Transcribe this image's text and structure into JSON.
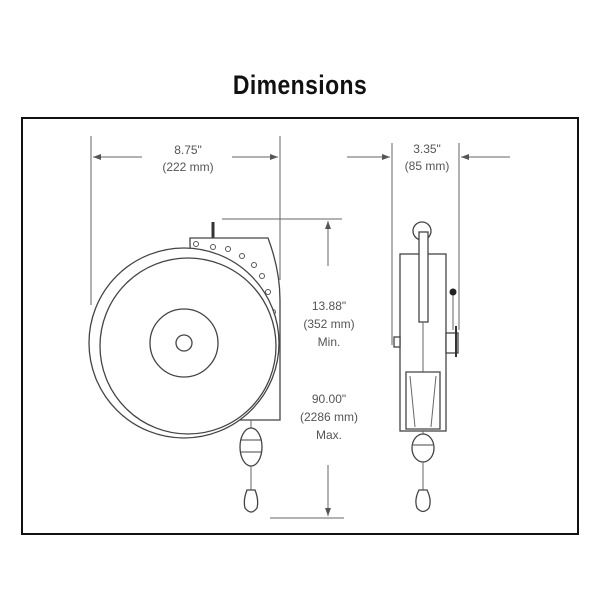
{
  "title": "Dimensions",
  "width_side": {
    "inches": "8.75\"",
    "mm": "(222 mm)"
  },
  "width_front": {
    "inches": "3.35\"",
    "mm": "(85 mm)"
  },
  "height_min": {
    "inches": "13.88\"",
    "mm": "(352 mm)",
    "qualifier": "Min."
  },
  "height_max": {
    "inches": "90.00\"",
    "mm": "(2286 mm)",
    "qualifier": "Max."
  },
  "colors": {
    "frame": "#111111",
    "lines": "#666666",
    "text": "#555555"
  }
}
